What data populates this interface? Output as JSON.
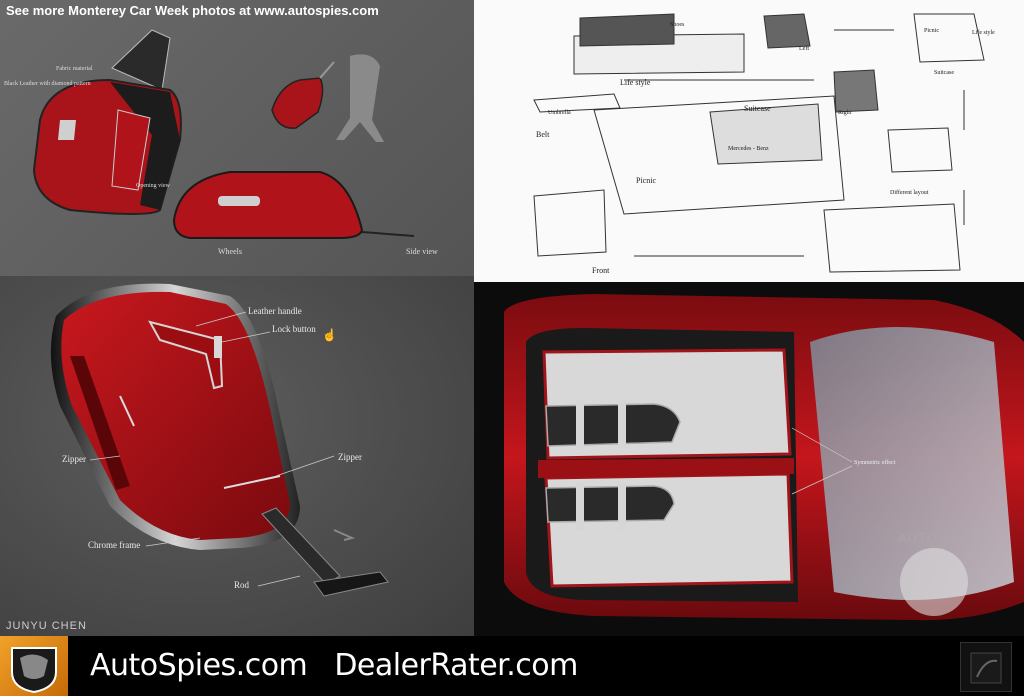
{
  "top_banner": "See more Monterey Car Week photos at www.autospies.com",
  "sketch_top": {
    "fabric": "Fabric material",
    "leather": "Black Leather with diamond pattern",
    "opening": "Opening view",
    "wheels": "Wheels",
    "side": "Side view"
  },
  "sketch_right": {
    "lifestyle": "Life style",
    "left": "Left",
    "right": "Right",
    "belt": "Belt",
    "suitcase": "Suitcase",
    "picnic": "Picnic",
    "front": "Front",
    "different": "Different layout",
    "umbrella": "Umbrella",
    "shoes": "Shoes",
    "picnic2": "Picnic",
    "lifestyle2": "Life style",
    "suitcase2": "Suitcase",
    "brand": "Mercedes - Benz"
  },
  "callouts": {
    "handle": "Leather handle",
    "lock": "Lock button",
    "zipper_left": "Zipper",
    "zipper_right": "Zipper",
    "chrome": "Chrome frame",
    "rod": "Rod",
    "designer": "JUNYU CHEN"
  },
  "trunk": {
    "symmetric": "Symmetric effect",
    "watermark": "AUTO SPIES"
  },
  "footer": {
    "site1": "AutoSpies.com",
    "site2": "DealerRater.com"
  },
  "colors": {
    "leather_red": "#b0141a",
    "chrome": "#c8c8c8",
    "logo_orange": "#e88a12"
  }
}
